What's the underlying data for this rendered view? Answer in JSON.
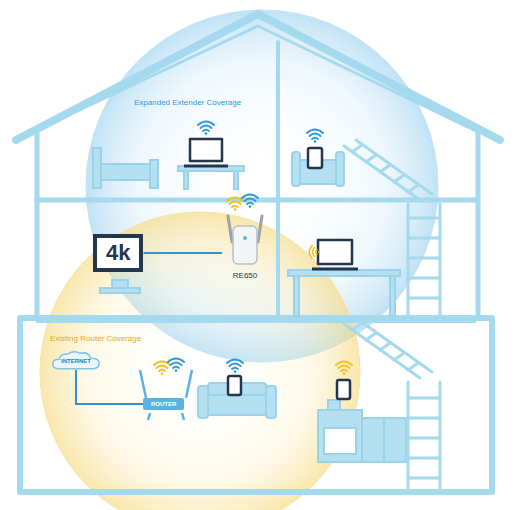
{
  "diagram": {
    "nodes": [
      {
        "text": [
          "4k"
        ]
      },
      {
        "text": [
          "RE650"
        ]
      },
      {
        "text": [
          "INTERNET"
        ]
      },
      {
        "text": [
          "ROUTER"
        ]
      }
    ],
    "edges": [
      {
        "from": 0,
        "to": 1,
        "arrow": "none"
      },
      {
        "from": 2,
        "to": 3,
        "arrow": "none"
      }
    ],
    "labels": [
      "Expanded Extender Coverage",
      "Existing Router Coverage"
    ]
  }
}
